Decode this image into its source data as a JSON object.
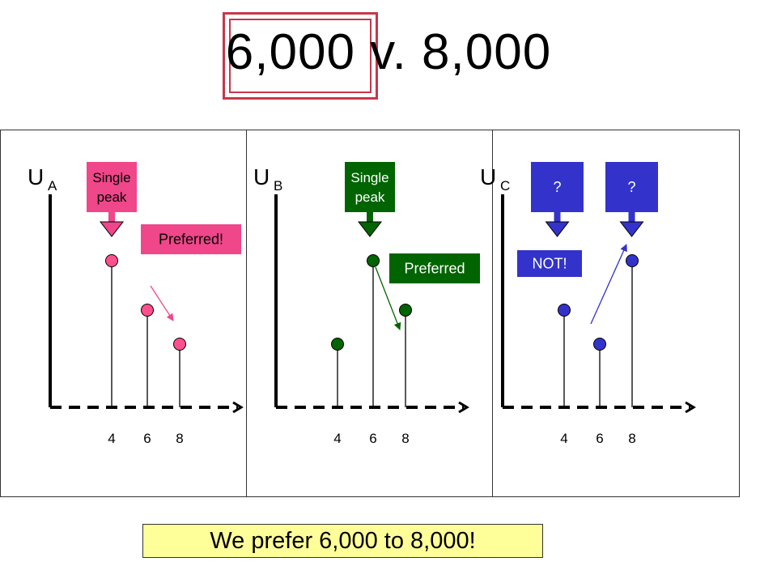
{
  "title": "6,000 v. 8,000",
  "conclusion": "We prefer 6,000 to 8,000!",
  "colors": {
    "pink": "#f0468a",
    "pink_point": "#ff4f8f",
    "green": "#006400",
    "blue": "#3333cc",
    "frame": "#c8374a",
    "conclusion_bg": "#ffff99"
  },
  "tick_labels": [
    "4",
    "6",
    "8"
  ],
  "panels": [
    {
      "axis_label": "U",
      "axis_sub": "A",
      "color": "#ff4f8f",
      "utilities": [
        3,
        2,
        1
      ],
      "callouts": [
        {
          "text": [
            "Single",
            "peak"
          ],
          "box_color": "#f0468a",
          "text_color": "#000000"
        },
        {
          "text": [
            "Preferred!"
          ],
          "box_color": "#f0468a",
          "text_color": "#000000"
        }
      ]
    },
    {
      "axis_label": "U",
      "axis_sub": "B",
      "color": "#006400",
      "utilities": [
        1,
        3,
        2
      ],
      "callouts": [
        {
          "text": [
            "Single",
            "peak"
          ],
          "box_color": "#006400",
          "text_color": "#ffffff"
        },
        {
          "text": [
            "Preferred"
          ],
          "box_color": "#006400",
          "text_color": "#ffffff"
        }
      ]
    },
    {
      "axis_label": "U",
      "axis_sub": "C",
      "color": "#3333cc",
      "utilities": [
        2,
        1,
        3
      ],
      "callouts": [
        {
          "text": [
            "?"
          ],
          "box_color": "#3333cc",
          "text_color": "#ffffff"
        },
        {
          "text": [
            "?"
          ],
          "box_color": "#3333cc",
          "text_color": "#ffffff"
        },
        {
          "text": [
            "NOT!"
          ],
          "box_color": "#3333cc",
          "text_color": "#ffffff"
        }
      ]
    }
  ]
}
